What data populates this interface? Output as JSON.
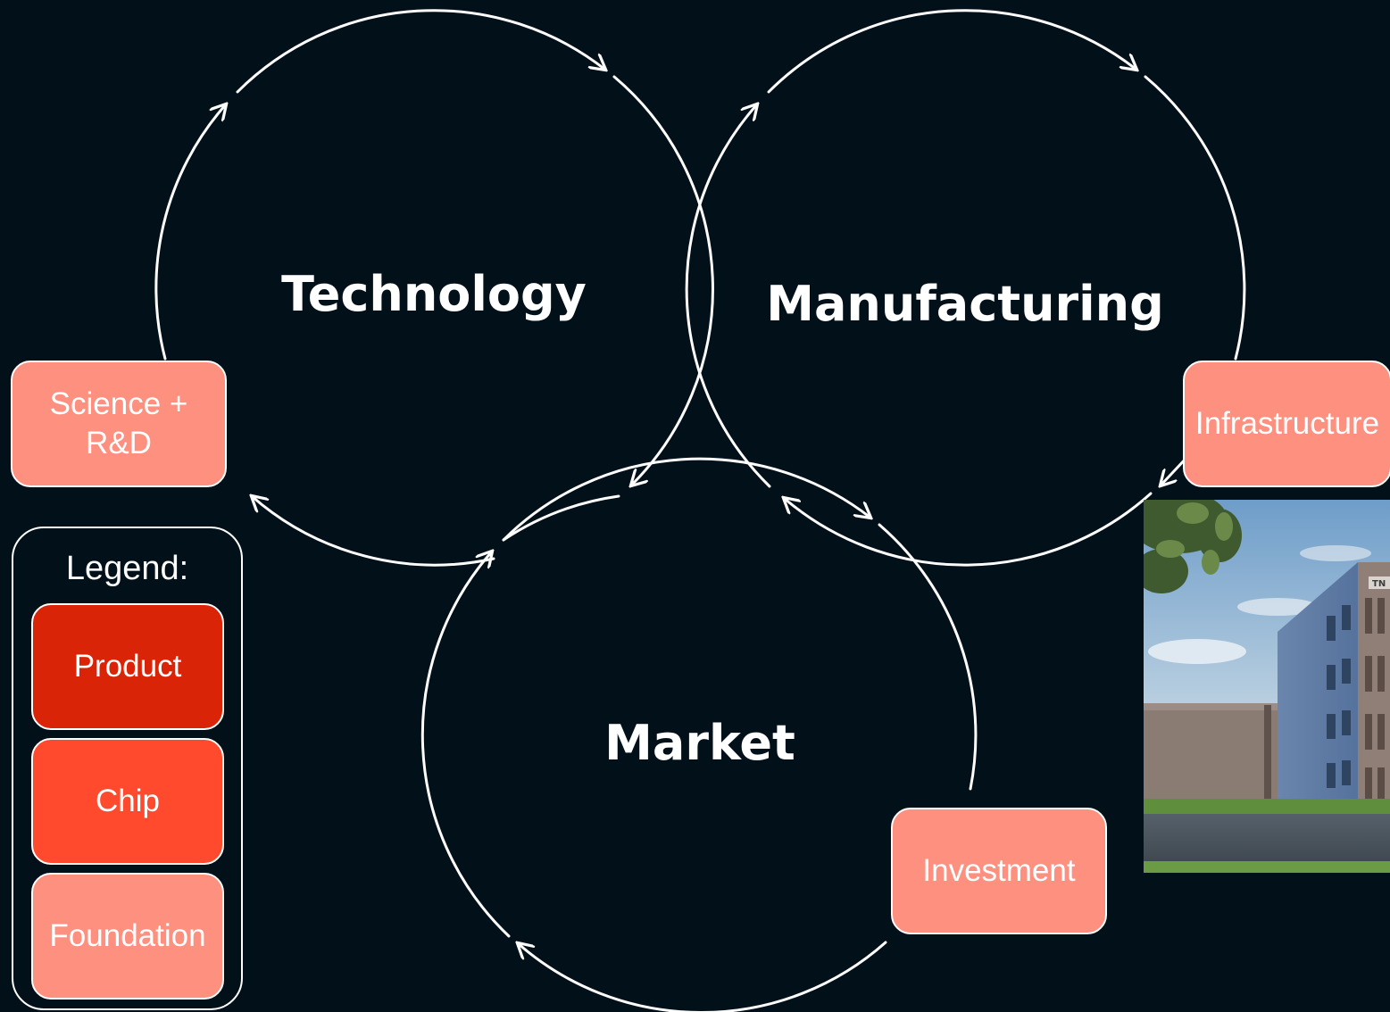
{
  "circles": {
    "technology": "Technology",
    "manufacturing": "Manufacturing",
    "market": "Market"
  },
  "nodes": {
    "science_rd": "Science +\nR&D",
    "infrastructure": "Infrastructure",
    "investment": "Investment"
  },
  "legend": {
    "title": "Legend:",
    "items": [
      {
        "label": "Product",
        "color": "#da2407"
      },
      {
        "label": "Chip",
        "color": "#ff4a2d"
      },
      {
        "label": "Foundation",
        "color": "#fe9080"
      }
    ]
  },
  "colors": {
    "background": "#02101a",
    "foundation": "#fe9080",
    "chip": "#ff4a2d",
    "product": "#da2407",
    "line": "#ffffff"
  },
  "photo": {
    "subject": "building-photo",
    "sign_text": "TN"
  }
}
